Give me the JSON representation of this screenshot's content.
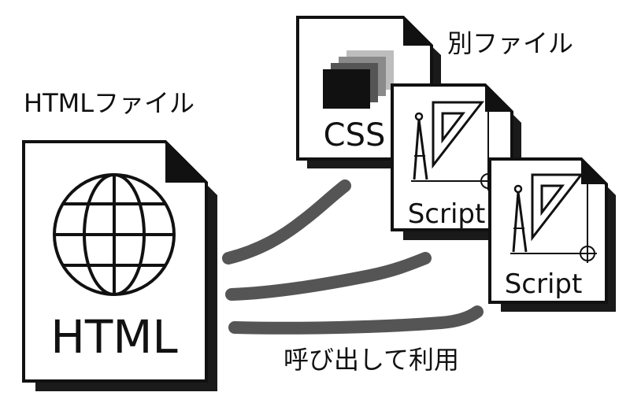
{
  "labels": {
    "html_file_title": "HTMLファイル",
    "separate_file_title": "別ファイル",
    "call_and_use": "呼び出して利用"
  },
  "files": {
    "html": {
      "label": "HTML",
      "icon": "globe-icon"
    },
    "css": {
      "label": "CSS",
      "icon": "stacked-squares-icon"
    },
    "script_1": {
      "label": "Script",
      "icon": "drafting-tools-icon"
    },
    "script_2": {
      "label": "Script",
      "icon": "drafting-tools-icon"
    }
  },
  "colors": {
    "ink": "#111111",
    "shadow": "#1a1a1a",
    "stroke_gray": "#555555",
    "background": "#ffffff"
  }
}
